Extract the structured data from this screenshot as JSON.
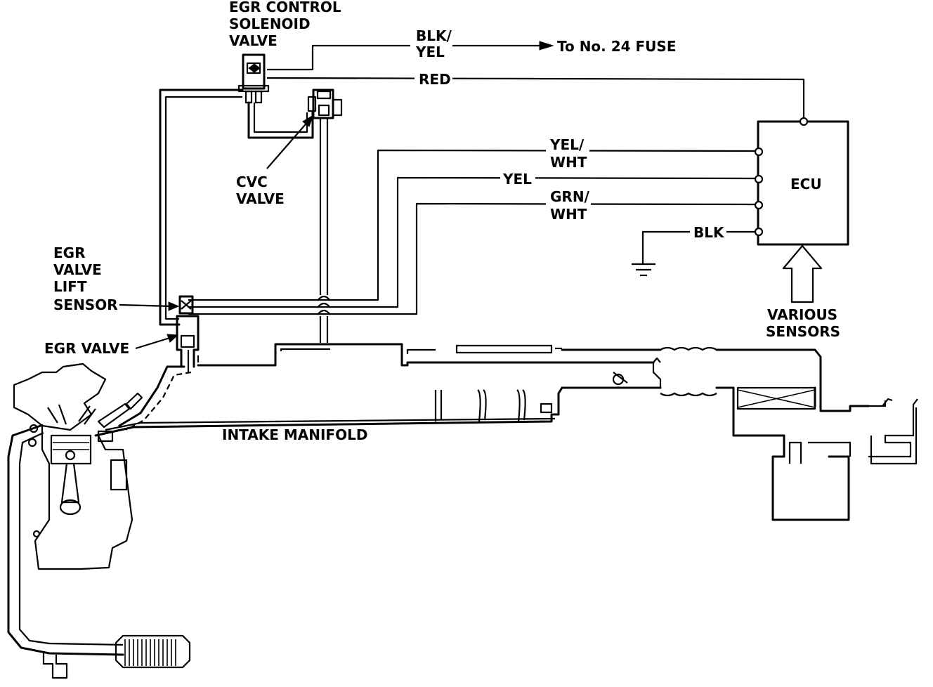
{
  "labels": {
    "egr_control_solenoid_valve": [
      "EGR CONTROL",
      "SOLENOID",
      "VALVE"
    ],
    "cvc_valve": [
      "CVC",
      "VALVE"
    ],
    "egr_valve_lift_sensor": [
      "EGR",
      "VALVE",
      "LIFT",
      "SENSOR"
    ],
    "egr_valve": "EGR VALVE",
    "intake_manifold": "INTAKE MANIFOLD",
    "ecu": "ECU",
    "various_sensors": [
      "VARIOUS",
      "SENSORS"
    ],
    "fuse": "To No. 24 FUSE"
  },
  "wires": {
    "blk_yel": [
      "BLK/",
      "YEL"
    ],
    "red": "RED",
    "yel_wht": [
      "YEL/",
      "WHT"
    ],
    "yel": "YEL",
    "grn_wht": [
      "GRN/",
      "WHT"
    ],
    "blk": "BLK"
  }
}
